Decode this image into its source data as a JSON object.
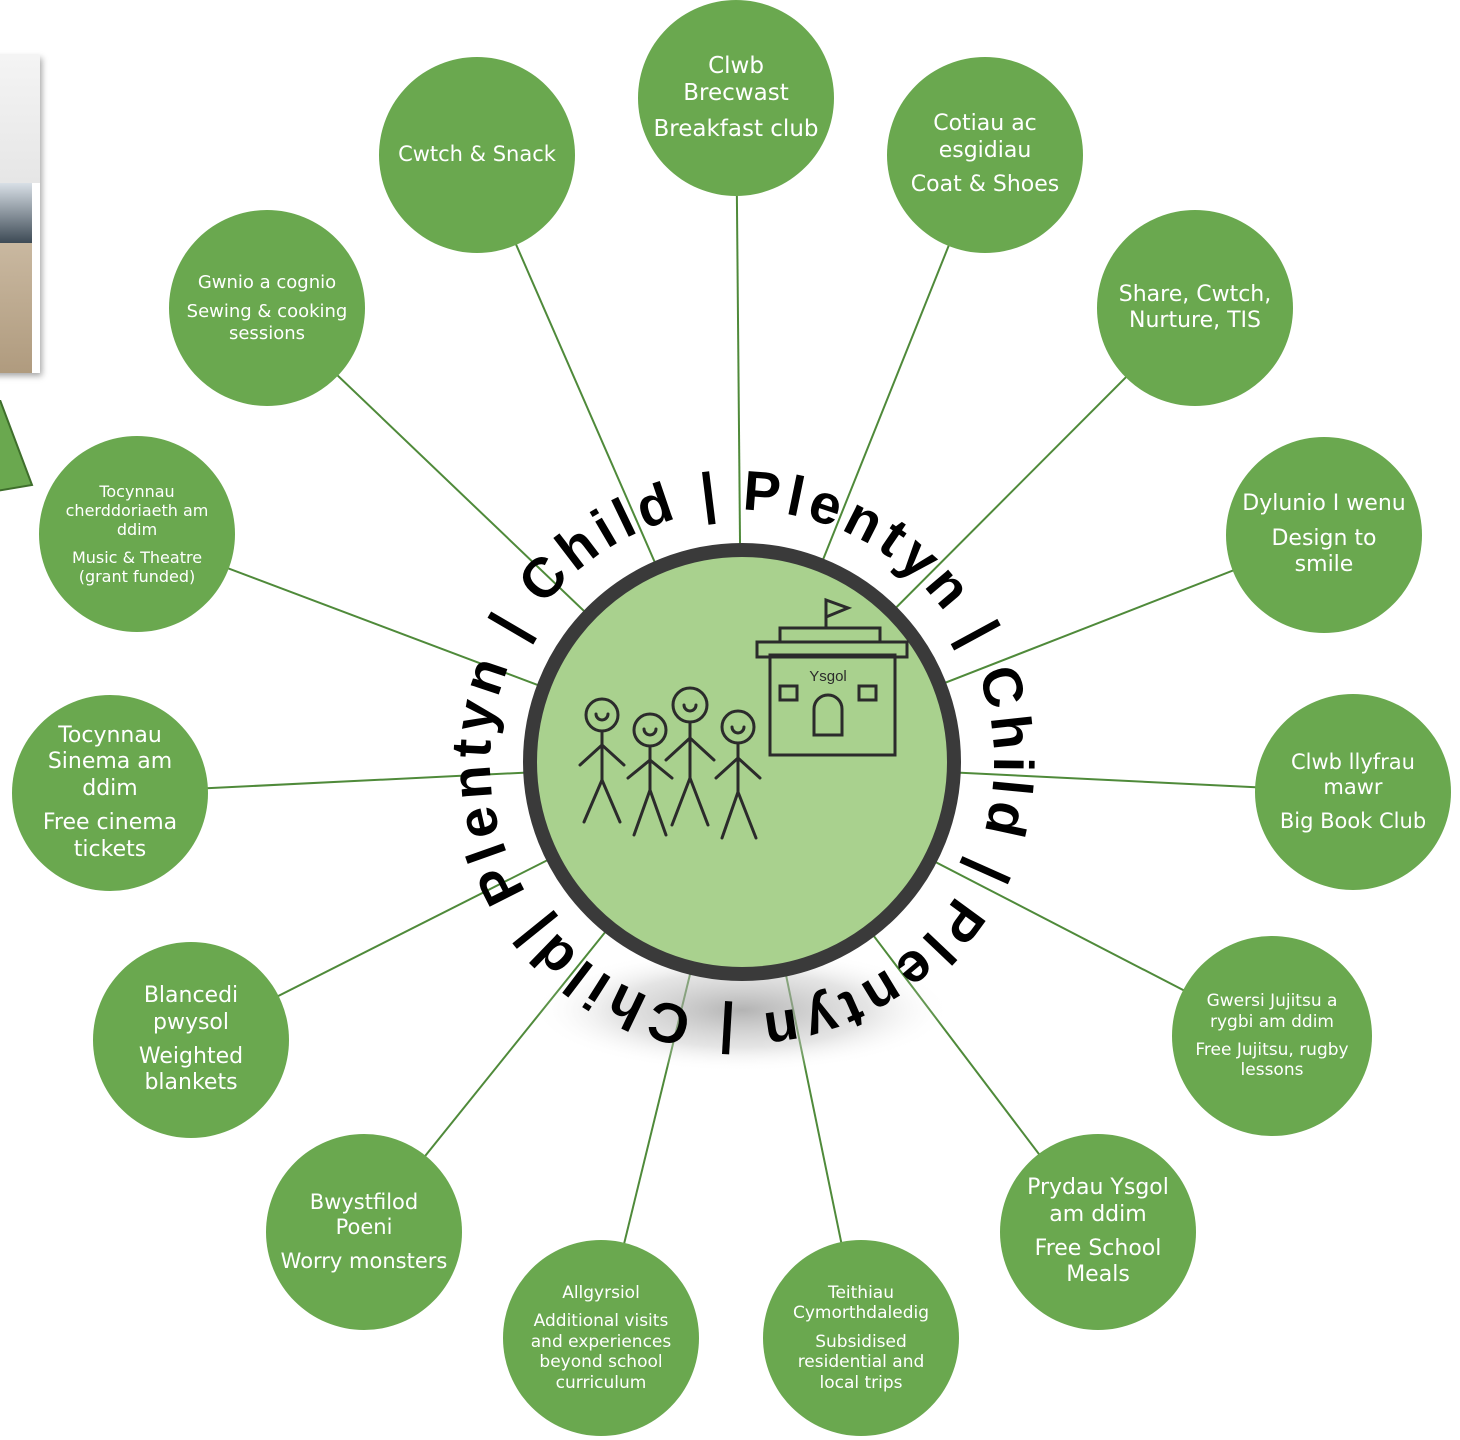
{
  "colors": {
    "bubble": "#6aa84f",
    "center_fill": "#a9d18e",
    "ring": "#3a3a3a",
    "line": "#4f8a3a",
    "text": "#ffffff"
  },
  "center": {
    "ring_text": "Plentyn | Child | Plentyn | Child| Plentyn | Child | ",
    "sign": "Ysgol"
  },
  "bubbles": [
    {
      "cy": "Clwb Brecwast",
      "en": "Breakfast club"
    },
    {
      "cy": "Cotiau ac esgidiau",
      "en": "Coat & Shoes"
    },
    {
      "cy": "Share, Cwtch, Nurture, TIS",
      "en": ""
    },
    {
      "cy": "Dylunio I wenu",
      "en": "Design  to smile"
    },
    {
      "cy": "Clwb llyfrau mawr",
      "en": "Big Book Club"
    },
    {
      "cy": "Gwersi Jujitsu a rygbi am ddim",
      "en": "Free Jujitsu, rugby lessons"
    },
    {
      "cy": "Prydau Ysgol am ddim",
      "en": "Free School Meals"
    },
    {
      "cy": "Teithiau Cymorthdaledig",
      "en": "Subsidised residential and local trips"
    },
    {
      "cy": "Allgyrsiol",
      "en": "Additional visits and experiences beyond school curriculum"
    },
    {
      "cy": "Bwystfilod Poeni",
      "en": "Worry monsters"
    },
    {
      "cy": "Blancedi pwysol",
      "en": "Weighted blankets"
    },
    {
      "cy": "Tocynnau Sinema am ddim",
      "en": "Free cinema tickets"
    },
    {
      "cy": "Tocynnau cherddoriaeth am ddim",
      "en": "Music & Theatre (grant funded)"
    },
    {
      "cy": "Gwnio a cognio",
      "en": "Sewing & cooking sessions"
    },
    {
      "cy": "Cwtch & Snack",
      "en": ""
    }
  ]
}
